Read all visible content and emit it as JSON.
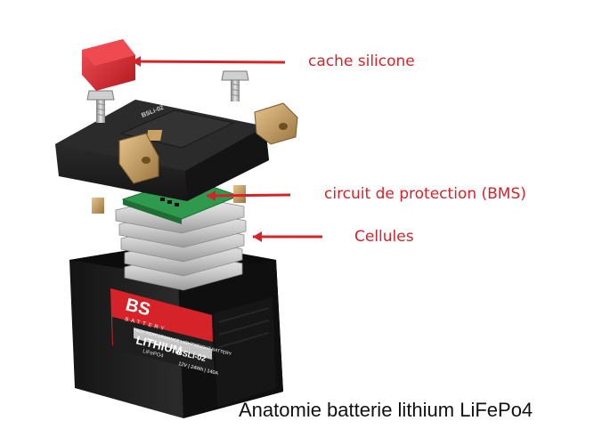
{
  "labels": {
    "cap": "cache silicone",
    "bms": "circuit de protection (BMS)",
    "cells": "Cellules"
  },
  "caption": "Anatomie batterie lithium LiFePo4",
  "battery_text": {
    "brand_logo": "BS",
    "brand_sub": "BATTERY",
    "band": "HIGH PERFORMANCE LIGHTWEIGHT BATTERY",
    "lithium": "LITHIUM",
    "chem": "LiFePO4",
    "model": "BSLi-02",
    "spec": "12V | 24Wh | 140A",
    "lid_model": "BSLi-02"
  },
  "colors": {
    "accent": "#d6232a",
    "case": "#1b1b1b",
    "pcb": "#2f9a4e",
    "brass": "#c8a165"
  }
}
